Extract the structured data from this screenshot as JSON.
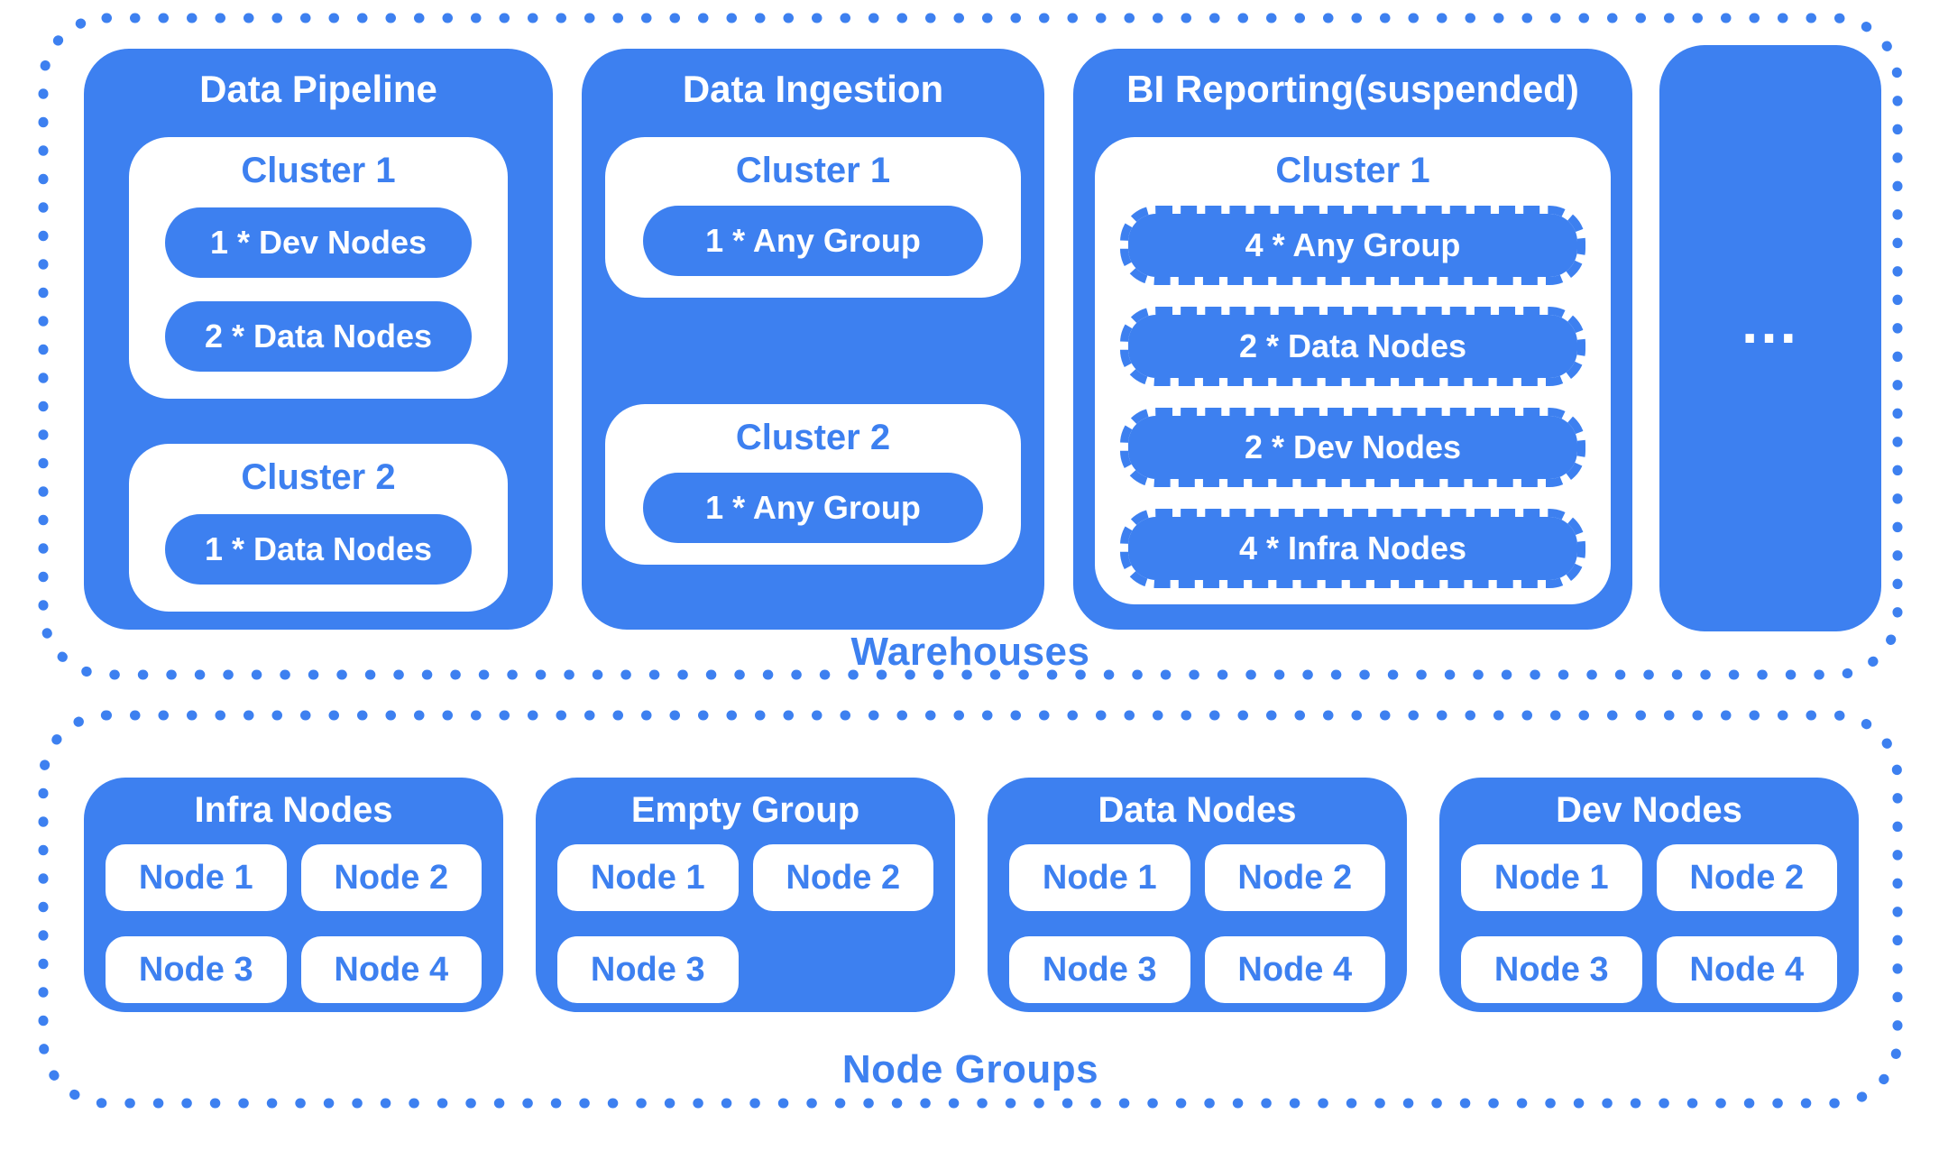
{
  "colors": {
    "accent_blue": "#3d80f0",
    "bg_white": "#ffffff"
  },
  "warehouses": {
    "label": "Warehouses",
    "items": [
      {
        "title": "Data Pipeline",
        "suspended": false,
        "clusters": [
          {
            "title": "Cluster 1",
            "allocations": [
              "1 * Dev Nodes",
              "2 * Data Nodes"
            ]
          },
          {
            "title": "Cluster 2",
            "allocations": [
              "1 * Data Nodes"
            ]
          }
        ]
      },
      {
        "title": "Data Ingestion",
        "suspended": false,
        "clusters": [
          {
            "title": "Cluster 1",
            "allocations": [
              "1 * Any Group"
            ]
          },
          {
            "title": "Cluster 2",
            "allocations": [
              "1 * Any Group"
            ]
          }
        ]
      },
      {
        "title": "BI Reporting(suspended)",
        "suspended": true,
        "clusters": [
          {
            "title": "Cluster 1",
            "allocations": [
              "4 * Any Group",
              "2 * Data Nodes",
              "2 * Dev Nodes",
              "4 * Infra Nodes"
            ]
          }
        ]
      },
      {
        "title": "...",
        "more": true,
        "clusters": []
      }
    ]
  },
  "node_groups": {
    "label": "Node Groups",
    "groups": [
      {
        "title": "Infra Nodes",
        "nodes": [
          "Node 1",
          "Node 2",
          "Node 3",
          "Node 4"
        ]
      },
      {
        "title": "Empty Group",
        "nodes": [
          "Node 1",
          "Node 2",
          "Node 3"
        ]
      },
      {
        "title": "Data Nodes",
        "nodes": [
          "Node 1",
          "Node 2",
          "Node 3",
          "Node 4"
        ]
      },
      {
        "title": "Dev Nodes",
        "nodes": [
          "Node 1",
          "Node 2",
          "Node 3",
          "Node 4"
        ]
      }
    ]
  }
}
